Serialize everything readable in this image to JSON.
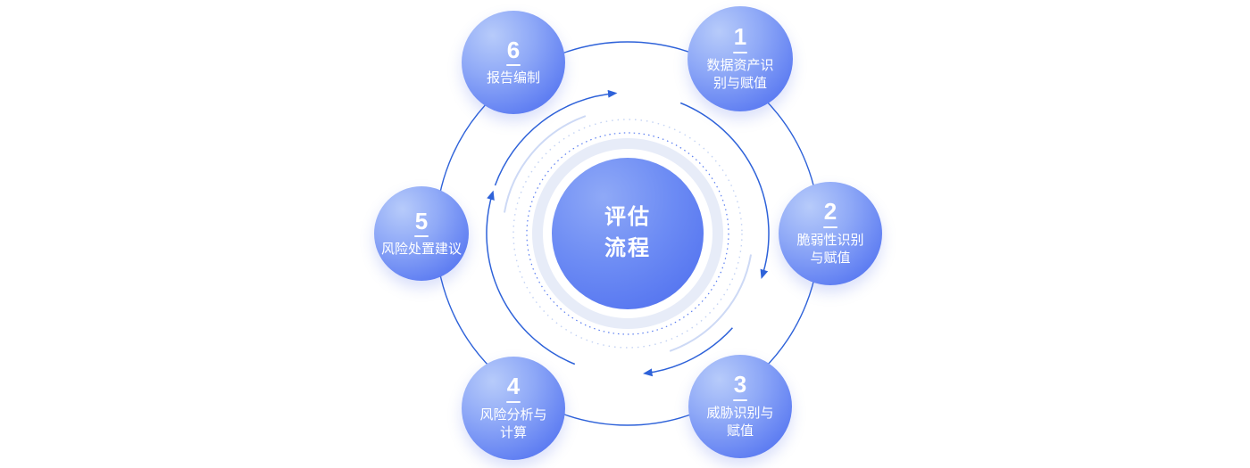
{
  "diagram": {
    "center": {
      "label_lines": [
        "评估",
        "流程"
      ]
    },
    "nodes": [
      {
        "id": "step-1",
        "number": "1",
        "lines": [
          "数据资产识",
          "别与赋值"
        ]
      },
      {
        "id": "step-2",
        "number": "2",
        "lines": [
          "脆弱性识别",
          "与赋值"
        ]
      },
      {
        "id": "step-3",
        "number": "3",
        "lines": [
          "威胁识别与",
          "赋值"
        ]
      },
      {
        "id": "step-4",
        "number": "4",
        "lines": [
          "风险分析与",
          "计算"
        ]
      },
      {
        "id": "step-5",
        "number": "5",
        "lines": [
          "风险处置建议"
        ]
      },
      {
        "id": "step-6",
        "number": "6",
        "lines": [
          "报告编制"
        ]
      }
    ],
    "flow_direction": "clockwise",
    "colors": {
      "node_gradient_start": "#b7cbfa",
      "node_gradient_end": "#4d6df0",
      "center_gradient_start": "#8fa9f7",
      "center_gradient_end": "#4b6bee",
      "orbit_stroke": "#2e62d9",
      "arrow_stroke": "#2e62d9",
      "dotted_ring": "#5b7ef0",
      "faint_ring": "#c3d2f3",
      "halo_ring": "#e7ecf8",
      "text": "#ffffff"
    }
  }
}
